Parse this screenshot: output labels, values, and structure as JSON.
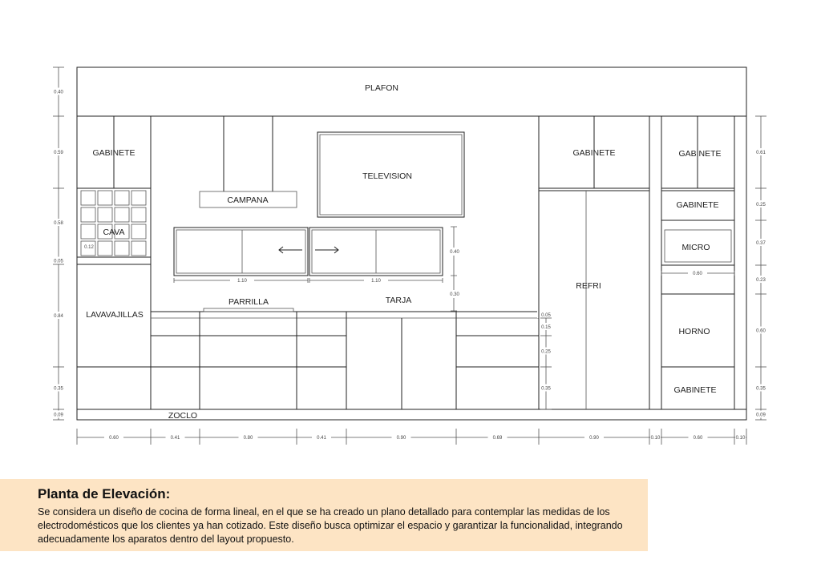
{
  "labels": {
    "plafon": "PLAFON",
    "gabinete_left": "GABINETE",
    "cava": "CAVA",
    "cava_cell": "0.12",
    "lavavajillas": "LAVAVAJILLAS",
    "campana": "CAMPANA",
    "television": "TELEVISION",
    "parrilla": "PARRILLA",
    "tarja": "TARJA",
    "zoclo": "ZOCLO",
    "gabinete_refri": "GABINETE",
    "refri": "REFRI",
    "gabinete_right_top": "GABINETE",
    "gabinete_right_mid": "GABINETE",
    "micro": "MICRO",
    "horno": "HORNO",
    "gabinete_right_bottom": "GABINETE"
  },
  "dims": {
    "left": [
      "0.40",
      "0.59",
      "0.58",
      "0.05",
      "0.84",
      "0.35",
      "0.09"
    ],
    "right": [
      "0.61",
      "0.25",
      "0.37",
      "0.23",
      "0.60",
      "0.35",
      "0.09"
    ],
    "bottom": [
      "0.60",
      "0.41",
      "0.80",
      "0.41",
      "0.90",
      "0.69",
      "0.90",
      "0.10",
      "0.60",
      "0.10"
    ],
    "upper_cab_left": "1.10",
    "upper_cab_right": "1.10",
    "upper_cab_height": "0.40",
    "upper_cab_gap": "0.30",
    "sink_side": [
      "0.05",
      "0.15",
      "0.25",
      "0.35"
    ],
    "micro_width": "0.60"
  },
  "caption": {
    "title": "Planta de Elevación:",
    "body": "Se considera un diseño de cocina de forma lineal, en el que se ha creado un plano detallado para contemplar las medidas de los electrodomésticos que los clientes ya han cotizado. Este diseño busca optimizar el espacio y garantizar la funcionalidad, integrando adecuadamente los aparatos dentro del layout propuesto."
  }
}
